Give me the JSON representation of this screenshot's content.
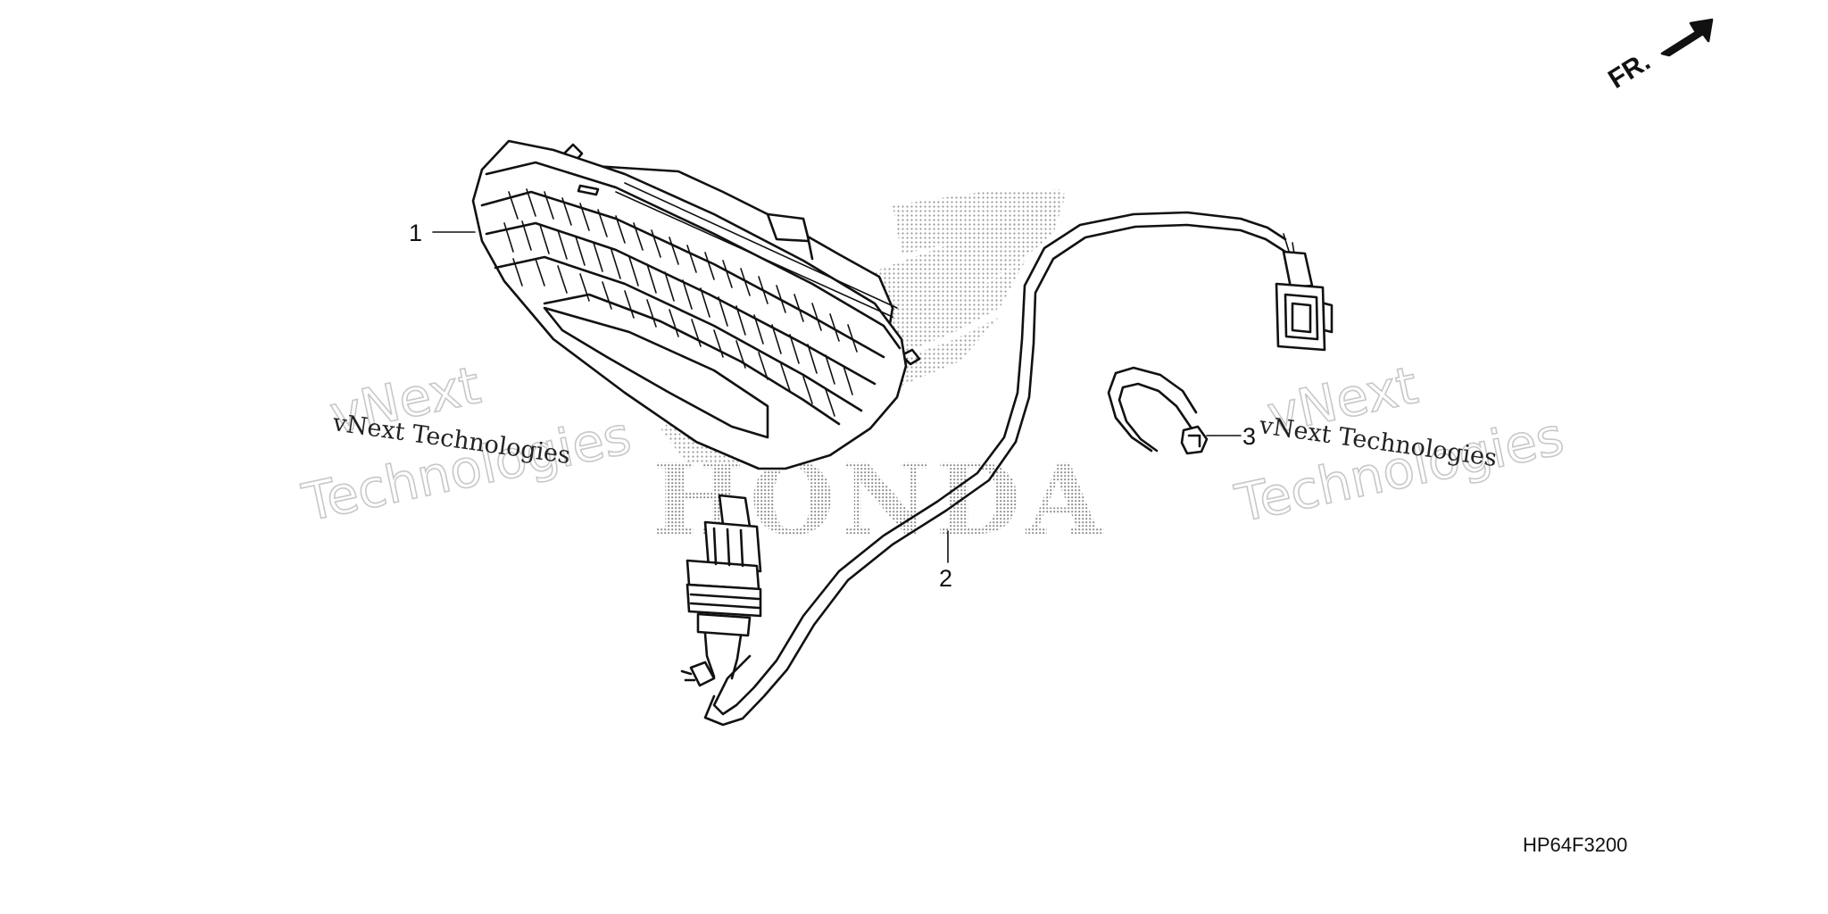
{
  "callouts": {
    "part1": "1",
    "part2": "2",
    "part3": "3"
  },
  "direction_marker": {
    "label": "FR."
  },
  "diagram_code": "HP64F3200",
  "watermark": {
    "text_1": "vNext Technologies",
    "text_2": "vNext Technologies",
    "outline_line1_a": "vNext",
    "outline_line2_a": "Technologies",
    "outline_line1_b": "vNext",
    "outline_line2_b": "Technologies"
  },
  "background_logo": {
    "text": "HONDA"
  },
  "colors": {
    "line": "#111111",
    "watermark_outline": "#c8c8c8",
    "logo_dots": "#9a9a9a"
  }
}
